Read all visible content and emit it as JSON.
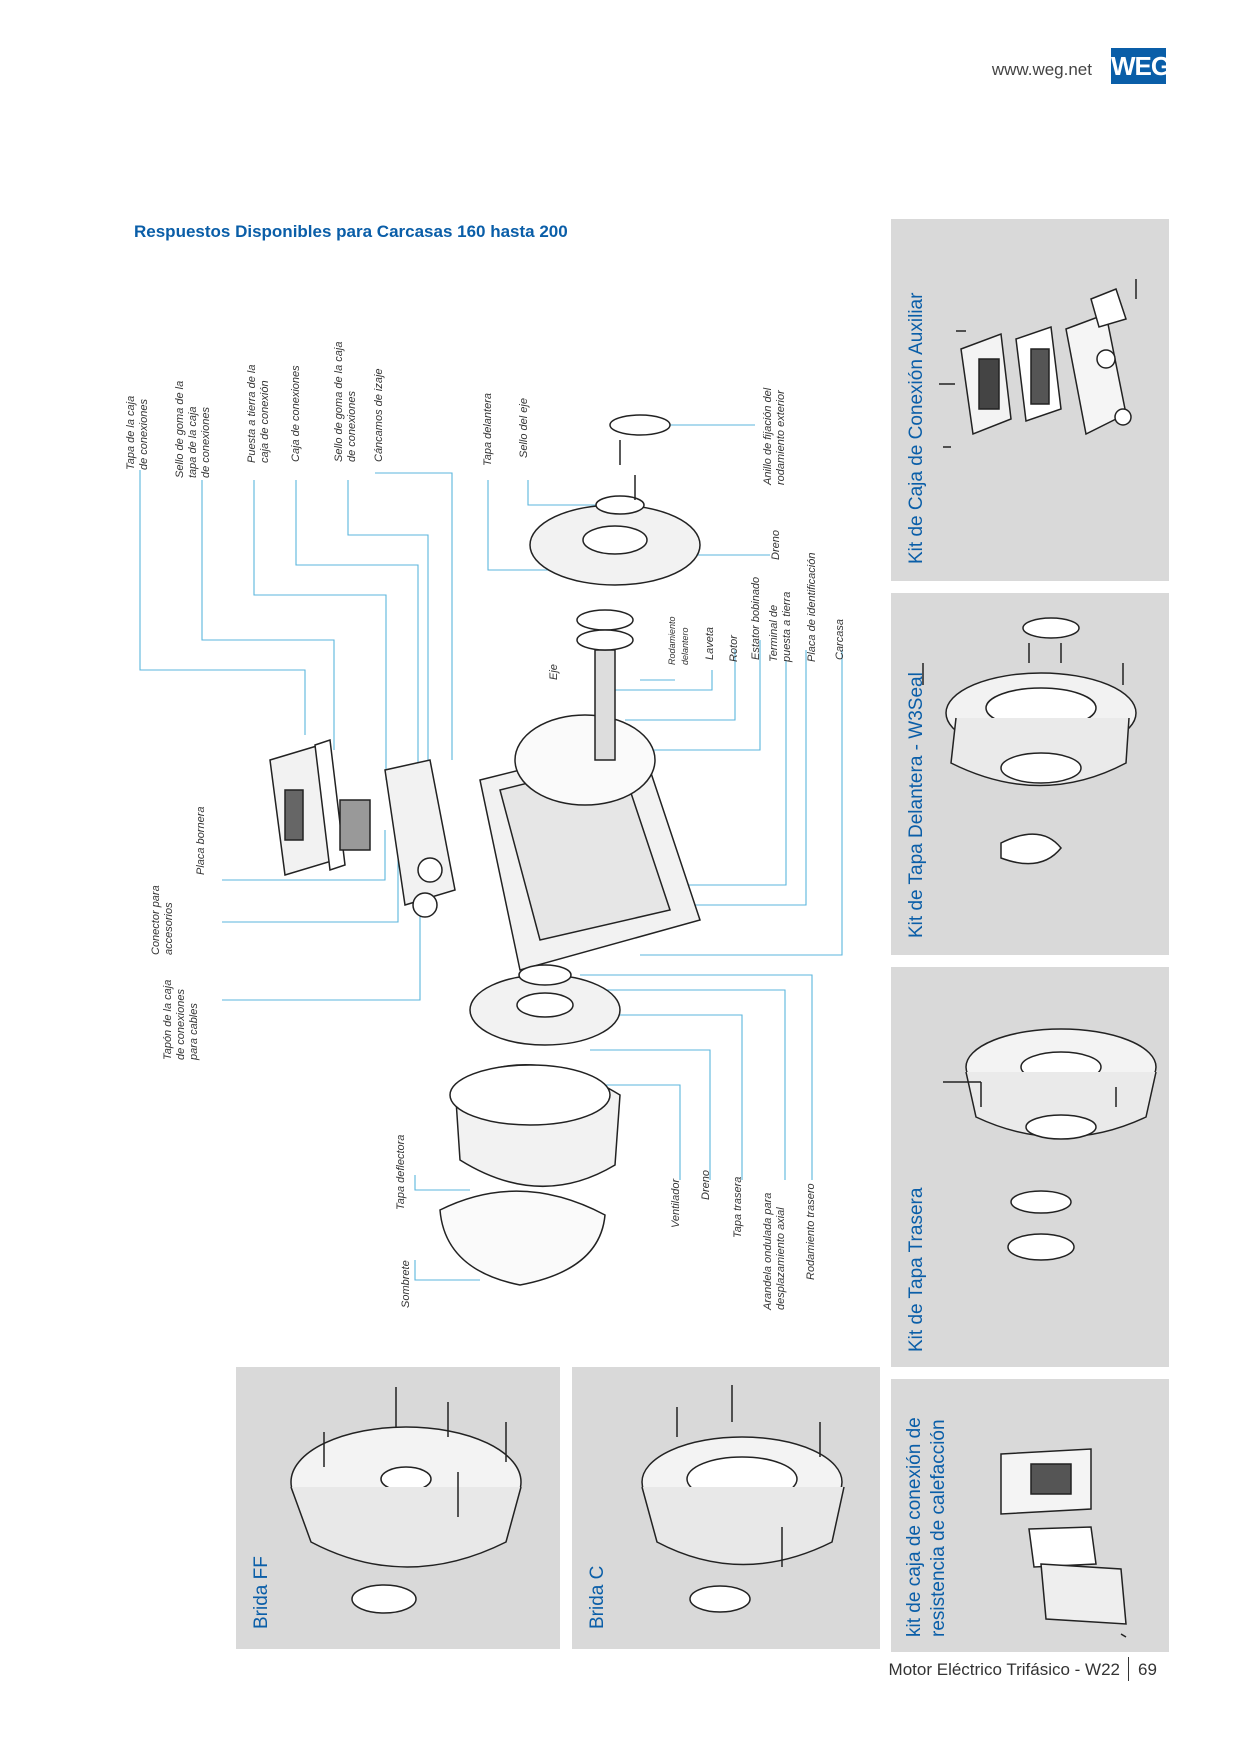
{
  "header": {
    "url": "www.weg.net",
    "logo_text": "WEG"
  },
  "title": "Respuestos Disponibles para Carcasas 160 hasta 200",
  "kits": {
    "aux_box": "Kit de Caja de Conexión Auxiliar",
    "front_cover": "Kit de Tapa Delantera - W3Seal",
    "rear_cover": "Kit de Tapa Trasera",
    "heater_box_line1": "kit de caja de conexión de",
    "heater_box_line2": "resistencia de calefacción",
    "flange_ff": "Brida FF",
    "flange_c": "Brida C"
  },
  "parts": [
    "Tapa de la caja\nde conexiones",
    "Sello de goma de la\ntapa de la caja\nde conexiones",
    "Puesta a tierra de la\ncaja de conexión",
    "Caja de conexiones",
    "Sello de goma de la caja\nde conexiones",
    "Cáncamos de izaje",
    "Tapa delantera",
    "Sello del eje",
    "Anillo de fijación del\nrodamiento exterior",
    "Dreno",
    "Placa de identificación",
    "Terminal de\npuesta a tierra",
    "Carcasa",
    "Estator bobinado",
    "Rotor",
    "Laveta",
    "Rodamiento\ndelantero",
    "Eje",
    "Placa bornera",
    "Conector para\naccesorios",
    "Tapón de la caja\nde conexiones\npara cables",
    "Tapa deflectora",
    "Sombrete",
    "Ventilador",
    "Dreno",
    "Tapa trasera",
    "Arandela ondulada para\ndesplazamiento axial",
    "Rodamiento trasero"
  ],
  "footer": {
    "title": "Motor Eléctrico Trifásico - W22",
    "page": "69"
  },
  "colors": {
    "accent": "#0a5ea8",
    "panel": "#d9d9d9",
    "leader": "#5bb6dd"
  }
}
